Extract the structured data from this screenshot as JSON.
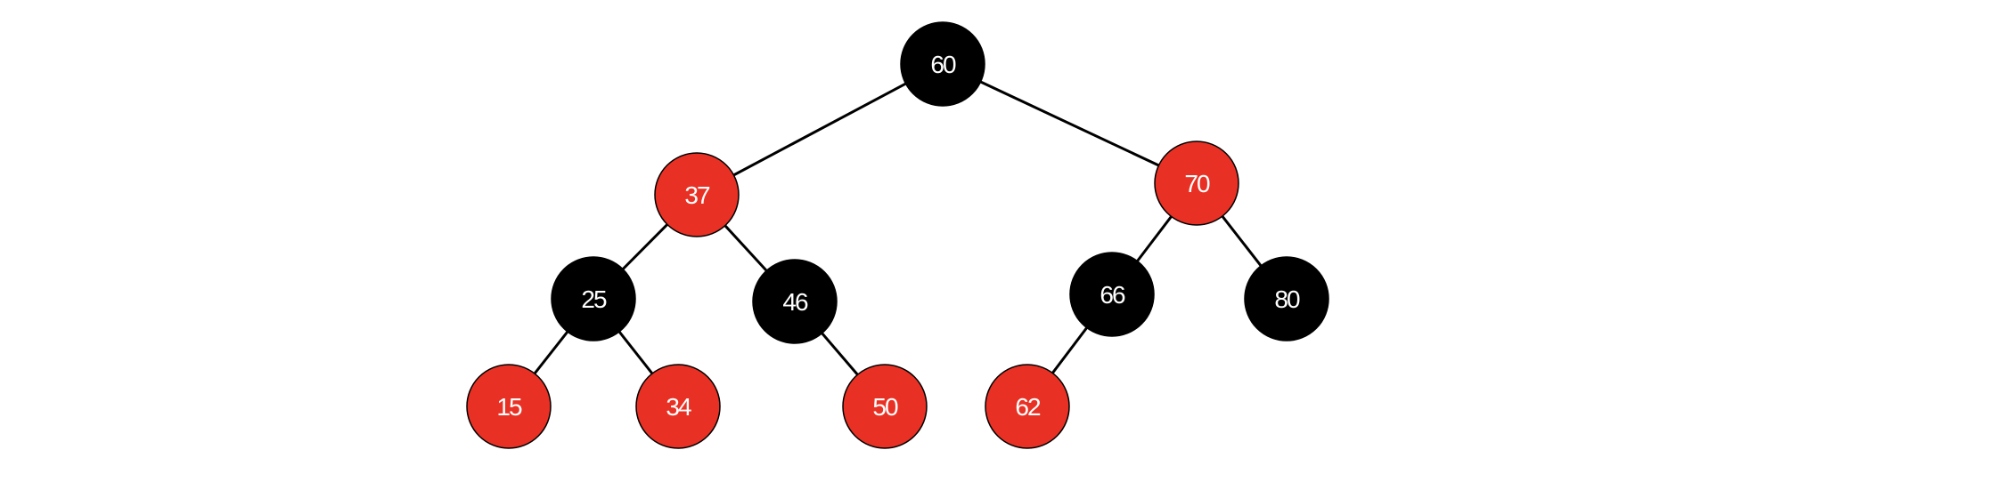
{
  "colors": {
    "red": "#e83124",
    "black": "#000000",
    "text": "#ffffff",
    "background": "#ffffff"
  },
  "tree": {
    "nodes": [
      {
        "id": "n60",
        "value": "60",
        "color": "black"
      },
      {
        "id": "n37",
        "value": "37",
        "color": "red"
      },
      {
        "id": "n70",
        "value": "70",
        "color": "red"
      },
      {
        "id": "n25",
        "value": "25",
        "color": "black"
      },
      {
        "id": "n46",
        "value": "46",
        "color": "black"
      },
      {
        "id": "n66",
        "value": "66",
        "color": "black"
      },
      {
        "id": "n80",
        "value": "80",
        "color": "black"
      },
      {
        "id": "n15",
        "value": "15",
        "color": "red"
      },
      {
        "id": "n34",
        "value": "34",
        "color": "red"
      },
      {
        "id": "n50",
        "value": "50",
        "color": "red"
      },
      {
        "id": "n62",
        "value": "62",
        "color": "red"
      }
    ],
    "edges": [
      {
        "from": "n60",
        "to": "n37"
      },
      {
        "from": "n60",
        "to": "n70"
      },
      {
        "from": "n37",
        "to": "n25"
      },
      {
        "from": "n37",
        "to": "n46"
      },
      {
        "from": "n70",
        "to": "n66"
      },
      {
        "from": "n70",
        "to": "n80"
      },
      {
        "from": "n25",
        "to": "n15"
      },
      {
        "from": "n25",
        "to": "n34"
      },
      {
        "from": "n46",
        "to": "n50"
      },
      {
        "from": "n66",
        "to": "n62"
      }
    ]
  }
}
